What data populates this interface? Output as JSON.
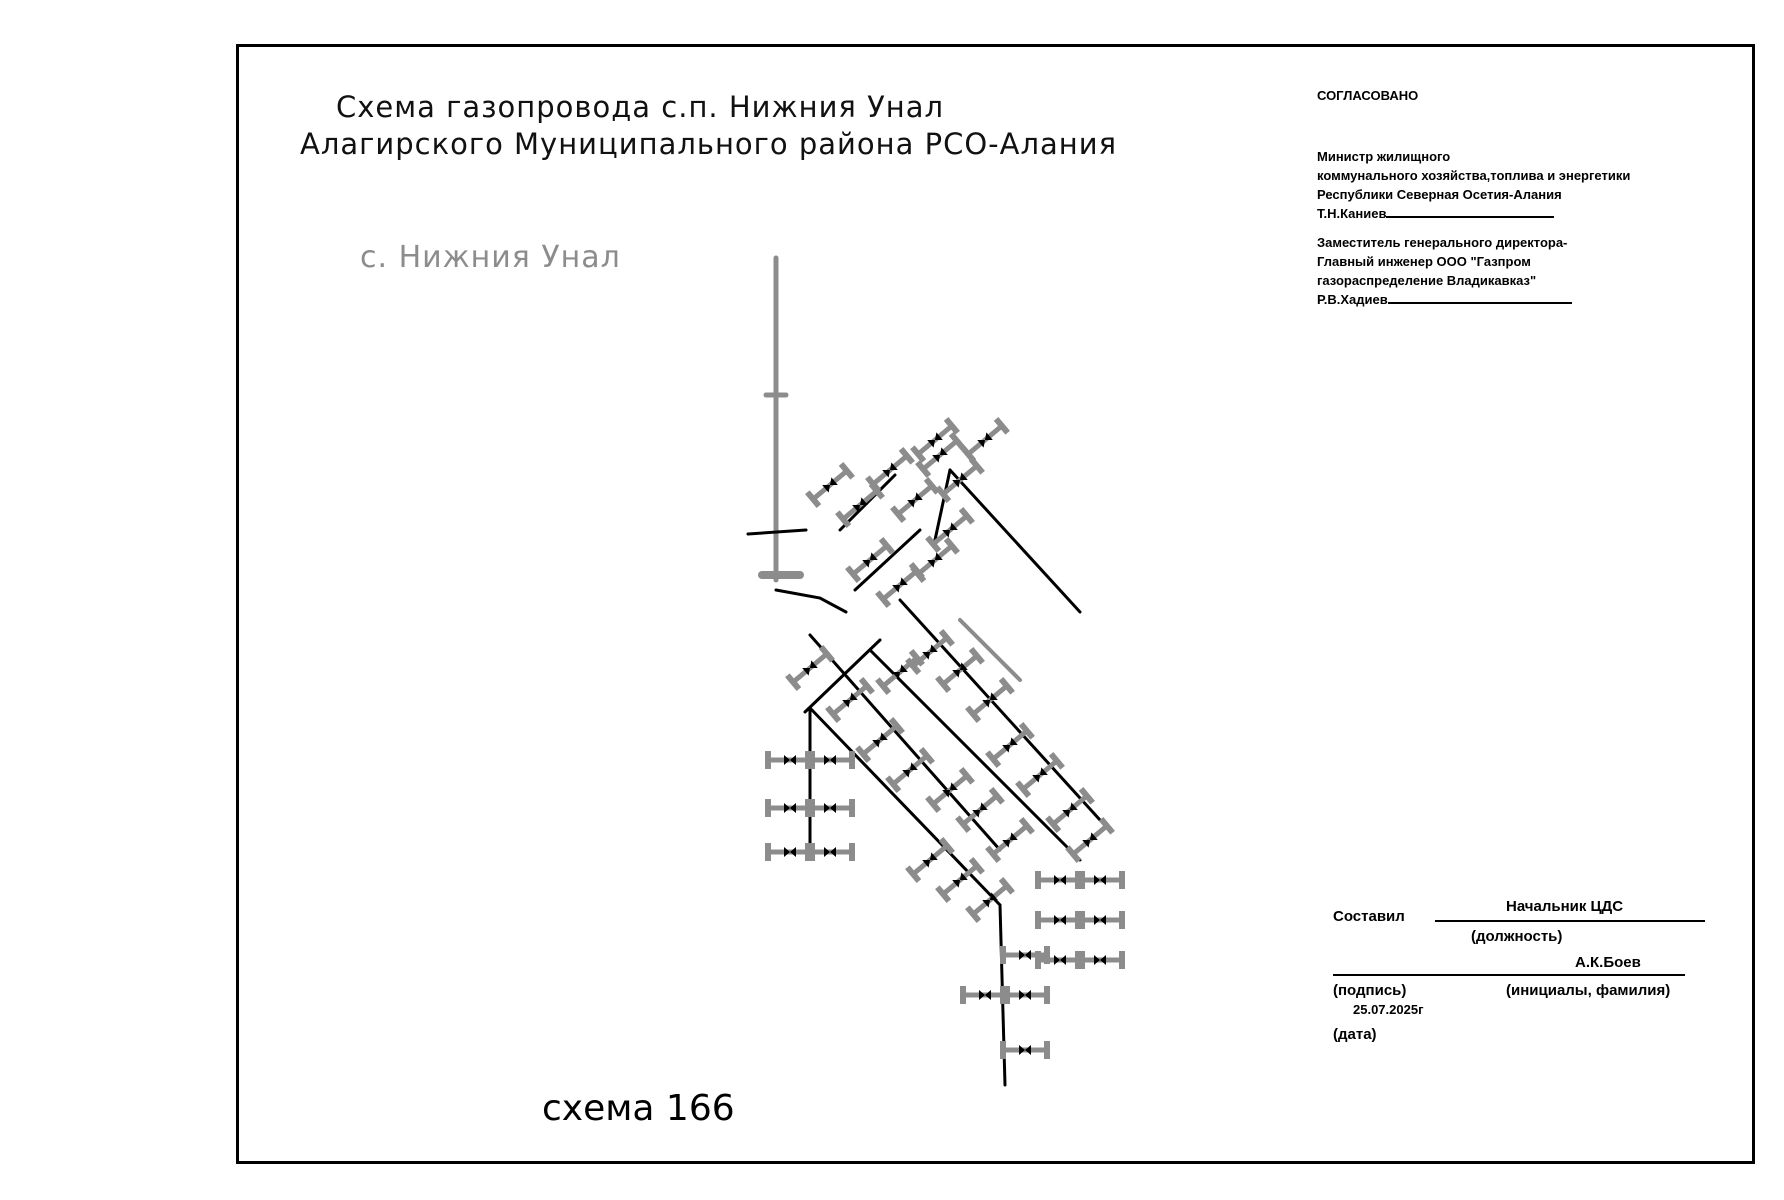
{
  "title": {
    "line1": "Схема газопровода с.п. Нижния Унал",
    "line2": "Алагирского  Муниципального района РСО-Алания"
  },
  "village_label": "с. Нижния Унал",
  "scheme_number": "схема 166",
  "approval": {
    "header": "СОГЛАСОВАНО",
    "minister_line1": "Министр жилищного",
    "minister_line2": "коммунального  хозяйства,топлива и энергетики",
    "minister_line3": "Республики Северная Осетия-Алания",
    "minister_name": "Т.Н.Каниев",
    "deputy_line1": "Заместитель генерального директора-",
    "deputy_line2": "Главный инженер  ООО \"Газпром",
    "deputy_line3": "газораспределение Владикавказ\"",
    "deputy_name": "Р.В.Хадиев"
  },
  "compiled": {
    "label": "Составил",
    "position_value": "Начальник ЦДС",
    "position_caption": "(должность)",
    "name_value": "А.К.Боев",
    "signature_caption": "(подпись)",
    "initials_caption": "(инициалы, фамилия)",
    "date_value": "25.07.2025г",
    "date_caption": "(дата)"
  },
  "colors": {
    "frame": "#000000",
    "gas_main": "#000000",
    "existing_pipe": "#8c8c8c",
    "text": "#111111"
  }
}
